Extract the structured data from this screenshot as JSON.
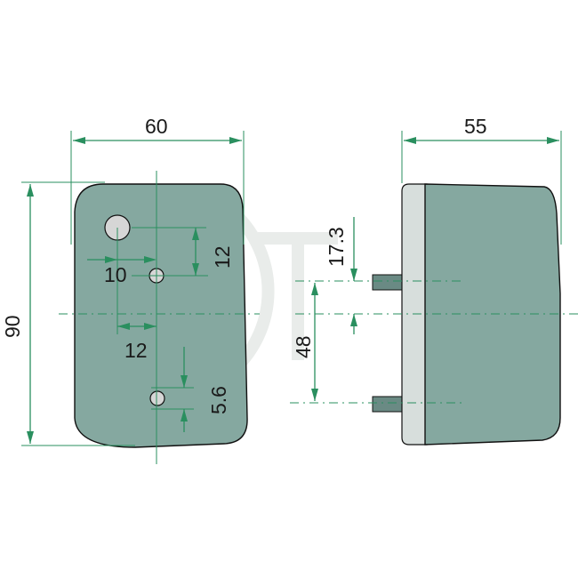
{
  "dimensions": {
    "width": "60",
    "height": "90",
    "depth": "55",
    "hole_offset_x": "10",
    "hole_spacing_top": "12",
    "hole_offset_bottom_x": "12",
    "hole_spacing_bottom": "5.6",
    "stud_offset": "17.3",
    "stud_spacing": "48"
  },
  "colors": {
    "dimension_lines": "#2a8f5f",
    "housing": "#85a8a0",
    "lens": "#d7dedc",
    "outline": "#111111"
  }
}
